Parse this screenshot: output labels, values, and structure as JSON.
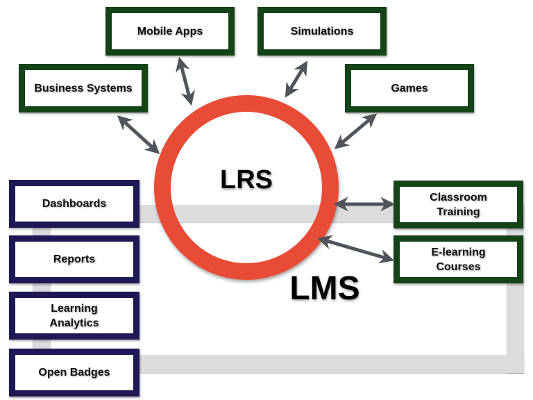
{
  "diagram": {
    "center": {
      "label": "LRS",
      "color": "#e84c36"
    },
    "container": {
      "label": "LMS",
      "color": "#dcdcde"
    },
    "sources": [
      {
        "id": "mobile-apps",
        "label": "Mobile Apps"
      },
      {
        "id": "simulations",
        "label": "Simulations"
      },
      {
        "id": "business-systems",
        "label": "Business Systems"
      },
      {
        "id": "games",
        "label": "Games"
      },
      {
        "id": "classroom-training",
        "label": "Classroom\nTraining"
      },
      {
        "id": "e-learning-courses",
        "label": "E-learning\nCourses"
      }
    ],
    "outputs": [
      {
        "id": "dashboards",
        "label": "Dashboards"
      },
      {
        "id": "reports",
        "label": "Reports"
      },
      {
        "id": "learning-analytics",
        "label": "Learning\nAnalytics"
      },
      {
        "id": "open-badges",
        "label": "Open Badges"
      }
    ],
    "connections": [
      {
        "from": "business-systems",
        "to": "LRS",
        "bidirectional": true
      },
      {
        "from": "mobile-apps",
        "to": "LRS",
        "bidirectional": true
      },
      {
        "from": "simulations",
        "to": "LRS",
        "bidirectional": true
      },
      {
        "from": "games",
        "to": "LRS",
        "bidirectional": true
      },
      {
        "from": "classroom-training",
        "to": "LRS",
        "bidirectional": true
      },
      {
        "from": "e-learning-courses",
        "to": "LRS",
        "bidirectional": true
      }
    ],
    "colors": {
      "source_border": "#134317",
      "output_border": "#1c1955",
      "arrow": "#50555c"
    }
  }
}
